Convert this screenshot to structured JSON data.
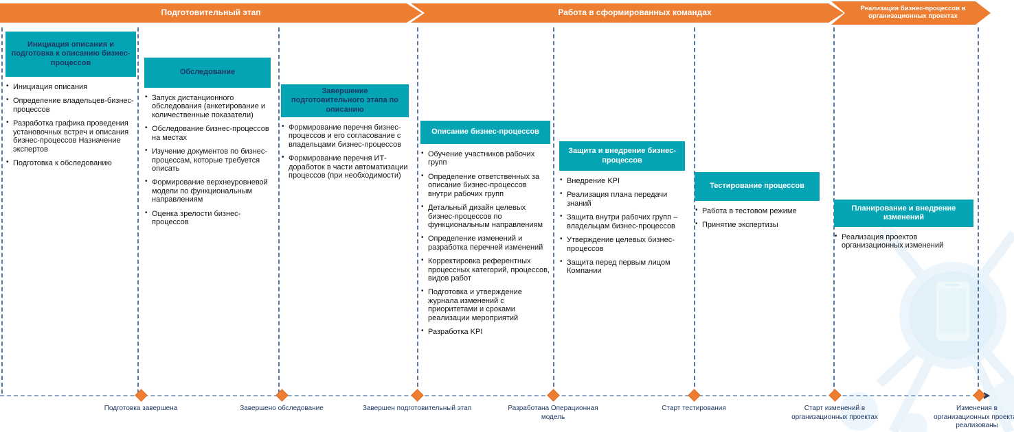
{
  "banners": [
    {
      "label": "Подготовительный этап"
    },
    {
      "label": "Работа в сформированных командах"
    },
    {
      "label": "Реализация бизнес-процессов в организационных проектах"
    }
  ],
  "columns": [
    {
      "header": "Инициация описания и подготовка к описанию бизнес-процессов",
      "bullets": [
        "Инициация описания",
        "Определение владельцев-бизнес-процессов",
        "Разработка графика проведения установочных встреч и описания бизнес-процессов Назначение экспертов",
        "Подготовка к обследованию"
      ]
    },
    {
      "header": "Обследование",
      "bullets": [
        "Запуск дистанционного обследования (анкетирование и количественные показатели)",
        "Обследование бизнес-процессов на местах",
        "Изучение документов по бизнес-процессам, которые требуется описать",
        "Формирование верхнеуровневой  модели по функциональным направлениям",
        "Оценка зрелости бизнес-процессов"
      ]
    },
    {
      "header": "Завершение подготовительного этапа по описанию",
      "bullets": [
        "Формирование перечня бизнес-процессов и его согласование с владельцами бизнес-процессов",
        "Формирование перечня ИТ-доработок в части автоматизации процессов (при необходимости)"
      ]
    },
    {
      "header": "Описание бизнес-процессов",
      "bullets": [
        "Обучение участников рабочих групп",
        "Определение ответственных за описание бизнес-процессов внутри рабочих групп",
        "Детальный дизайн целевых бизнес-процессов по функциональным направлениям",
        "Определение изменений и разработка перечней изменений",
        "Корректировка референтных процессных категорий, процессов, видов работ",
        "Подготовка и утверждение журнала изменений с приоритетами и сроками реализации мероприятий",
        "Разработка KPI"
      ]
    },
    {
      "header": "Защита и внедрение бизнес-процессов",
      "bullets": [
        "Внедрение KPI",
        "Реализация плана передачи знаний",
        "Защита внутри рабочих групп – владельцам бизнес-процессов",
        "Утверждение целевых бизнес-процессов",
        "Защита перед первым лицом Компании"
      ]
    },
    {
      "header": "Тестирование процессов",
      "bullets": [
        "Работа в тестовом режиме",
        "Принятие экспертизы"
      ]
    },
    {
      "header": "Планирование и внедрение изменений",
      "bullets": [
        "Реализация проектов организационных изменений"
      ]
    }
  ],
  "milestones": [
    {
      "label": "Подготовка завершена"
    },
    {
      "label": "Завершено обследование"
    },
    {
      "label": "Завершен подготовительный этап"
    },
    {
      "label": "Разработана Операционная модель"
    },
    {
      "label": "Старт тестирования"
    },
    {
      "label": "Старт изменений в организационных проектах"
    },
    {
      "label": "Изменения в организационных проектах реализованы"
    }
  ],
  "colors": {
    "phase_orange": "#ED7D31",
    "header_teal": "#04A4B4",
    "navy_text": "#1F3864",
    "divider_blue": "#3A6191",
    "timeline_gray_blue": "#92A7C3"
  }
}
